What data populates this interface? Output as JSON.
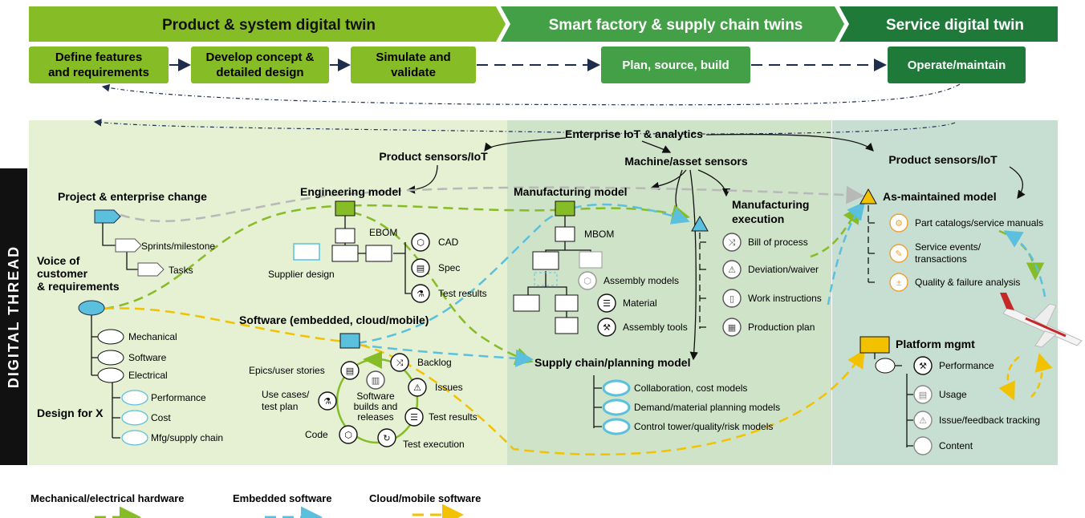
{
  "phases": {
    "product": "Product & system digital twin",
    "factory": "Smart factory & supply chain twins",
    "service": "Service digital twin"
  },
  "steps": {
    "define": [
      "Define features",
      "and requirements"
    ],
    "develop": [
      "Develop concept &",
      "detailed design"
    ],
    "simulate": [
      "Simulate and",
      "validate"
    ],
    "plan": "Plan, source, build",
    "operate": "Operate/maintain"
  },
  "side_label": "DIGITAL THREAD",
  "labels": {
    "enterprise_iot": "Enterprise IoT & analytics",
    "product_sensors_left": "Product sensors/IoT",
    "machine_sensors": "Machine/asset sensors",
    "product_sensors_right": "Product sensors/IoT",
    "project_change": "Project & enterprise change",
    "sprints": "Sprints/milestone",
    "tasks": "Tasks",
    "voice": [
      "Voice of",
      "customer",
      "& requirements"
    ],
    "design_for_x": "Design for X",
    "engineering_model": "Engineering model",
    "ebom": "EBOM",
    "supplier_design": "Supplier design",
    "software": "Software (embedded, cloud/mobile)",
    "manufacturing_model": "Manufacturing model",
    "mbom": "MBOM",
    "manufacturing_execution": [
      "Manufacturing",
      "execution"
    ],
    "supply_chain_model": "Supply chain/planning model",
    "as_maintained": "As-maintained model",
    "platform_mgmt": "Platform mgmt",
    "software_builds": [
      "Software",
      "builds and",
      "releases"
    ]
  },
  "requirements_items": [
    "Mechanical",
    "Software",
    "Electrical"
  ],
  "dfx_items": [
    "Performance",
    "Cost",
    "Mfg/supply chain"
  ],
  "ebom_items": [
    "CAD",
    "Spec",
    "Test results"
  ],
  "mbom_items": [
    "Assembly models",
    "Material",
    "Assembly tools"
  ],
  "execution_items": [
    "Bill of process",
    "Deviation/waiver",
    "Work instructions",
    "Production plan"
  ],
  "supply_items": [
    "Collaboration, cost models",
    "Demand/material planning models",
    "Control tower/quality/risk models"
  ],
  "maintained_items": [
    "Part catalogs/service manuals",
    "Service events/",
    "transactions",
    "Quality & failure analysis"
  ],
  "platform_items": [
    "Performance",
    "Usage",
    "Issue/feedback tracking",
    "Content"
  ],
  "software_cycle": {
    "epics": "Epics/user stories",
    "backlog": "Backlog",
    "use_cases": [
      "Use cases/",
      "test plan"
    ],
    "issues": "Issues",
    "test_results": "Test results",
    "code": "Code",
    "test_execution": "Test execution"
  },
  "legend": {
    "hardware": "Mechanical/electrical hardware",
    "embedded": "Embedded software",
    "cloud": "Cloud/mobile software"
  },
  "colors": {
    "green_light": "#86bc25",
    "green_mid": "#43a047",
    "green_dark": "#1f7a3a",
    "panel_left": "#e6f0d3",
    "panel_mid": "#cfe3c8",
    "panel_right": "#c7ded2",
    "cyan": "#5bc0de",
    "yellow": "#f2c200",
    "gray_dash": "#b8b8b8",
    "navy": "#1f2d4d"
  },
  "icons": [
    "cube-icon",
    "documents-icon",
    "microscope-icon",
    "shuffle-icon",
    "warning-icon",
    "clipboard-icon",
    "calendar-icon",
    "wrench-icon",
    "database-icon",
    "refresh-icon",
    "gears-icon",
    "chart-icon",
    "calculator-icon",
    "airplane-icon"
  ]
}
